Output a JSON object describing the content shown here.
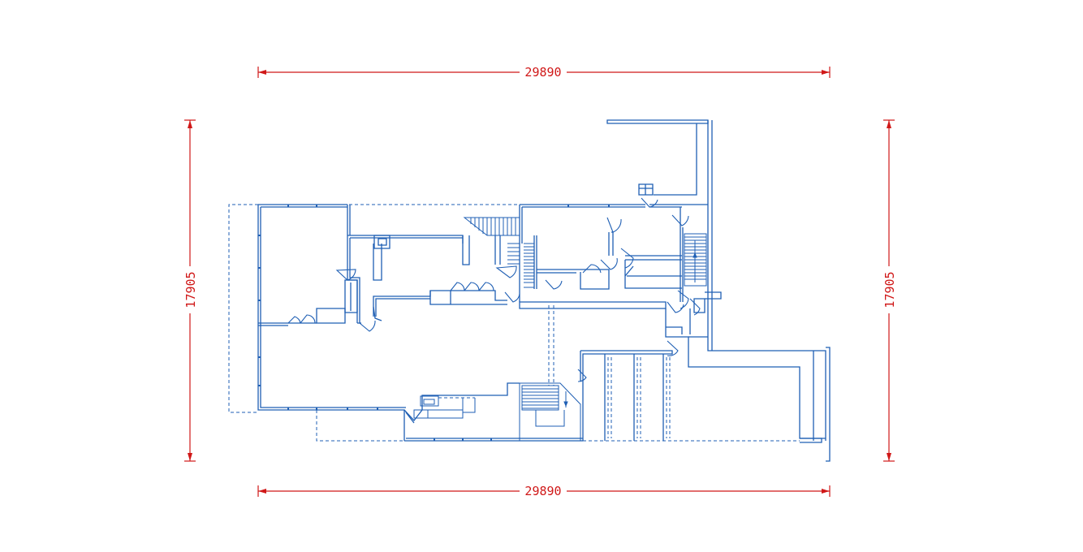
{
  "colors": {
    "dimension": "#d01818",
    "plan": "#1f5fb4",
    "background": "#ffffff"
  },
  "dimensions": {
    "top": "29890",
    "bottom": "29890",
    "left": "17905",
    "right": "17905"
  }
}
